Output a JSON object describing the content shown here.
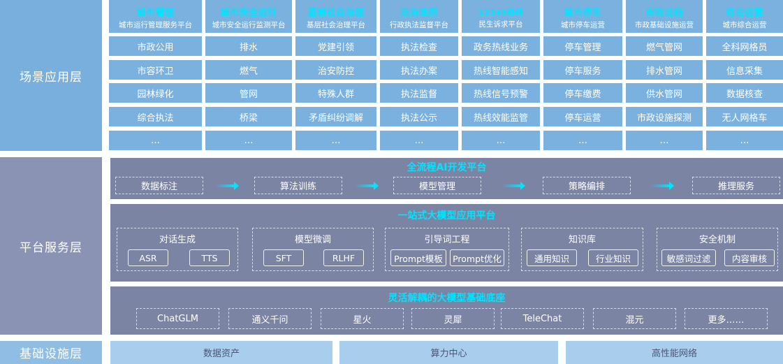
{
  "layers": {
    "scene": "场景应用层",
    "platform": "平台服务层",
    "infra": "基础设施层"
  },
  "scene_columns": [
    {
      "title": "城市管理",
      "subtitle": "城市运行管理服务平台",
      "items": [
        "市政公用",
        "市容环卫",
        "园林绿化",
        "综合执法",
        "…"
      ]
    },
    {
      "title": "城市安全运行",
      "subtitle": "城市安全运行监测平台",
      "items": [
        "排水",
        "燃气",
        "管网",
        "桥梁",
        "…"
      ]
    },
    {
      "title": "基层社会治理",
      "subtitle": "基层社会治理平台",
      "items": [
        "党建引领",
        "治安防控",
        "特殊人群",
        "矛盾纠纷调解",
        "…"
      ]
    },
    {
      "title": "法治政府",
      "subtitle": "行政执法监督平台",
      "items": [
        "执法检查",
        "执法办案",
        "执法监督",
        "执法公示",
        "…"
      ]
    },
    {
      "title": "12345热线",
      "subtitle": "民生诉求平台",
      "items": [
        "政务热线业务",
        "热线智能感知",
        "热线信号预警",
        "热线效能监管",
        "…"
      ]
    },
    {
      "title": "城市停车",
      "subtitle": "城市停车运营",
      "items": [
        "停车管理",
        "停车服务",
        "停车缴费",
        "停车运营",
        "…"
      ]
    },
    {
      "title": "市政设施",
      "subtitle": "市政基础设施运营",
      "items": [
        "燃气管网",
        "排水管网",
        "供水管网",
        "市政设施探测",
        "…"
      ]
    },
    {
      "title": "综合运营",
      "subtitle": "城市综合运营",
      "items": [
        "全科网格员",
        "信息采集",
        "数据核查",
        "无人网格车",
        "…"
      ]
    }
  ],
  "ai_platform": {
    "title": "全流程AI开发平台",
    "steps": [
      "数据标注",
      "算法训练",
      "模型管理",
      "策略编排",
      "推理服务"
    ]
  },
  "llm_platform": {
    "title": "一站式大模型应用平台",
    "groups": [
      {
        "title": "对话生成",
        "chips": [
          "ASR",
          "TTS"
        ]
      },
      {
        "title": "模型微调",
        "chips": [
          "SFT",
          "RLHF"
        ]
      },
      {
        "title": "引导词工程",
        "chips": [
          "Prompt模板",
          "Prompt优化"
        ]
      },
      {
        "title": "知识库",
        "chips": [
          "通用知识",
          "行业知识"
        ]
      },
      {
        "title": "安全机制",
        "chips": [
          "敏感词过滤",
          "内容审核"
        ]
      }
    ]
  },
  "model_base": {
    "title": "灵活解耦的大模型基础底座",
    "models": [
      "ChatGLM",
      "通义千问",
      "星火",
      "灵犀",
      "TeleChat",
      "混元",
      "更多……"
    ]
  },
  "infrastructure": [
    "数据资产",
    "算力中心",
    "高性能网络"
  ],
  "colors": {
    "scene_blue": "#7ab1df",
    "platform_slate": "#7c84a3",
    "accent_cyan": "#00e5ff",
    "infra_light": "#a9cdec"
  }
}
